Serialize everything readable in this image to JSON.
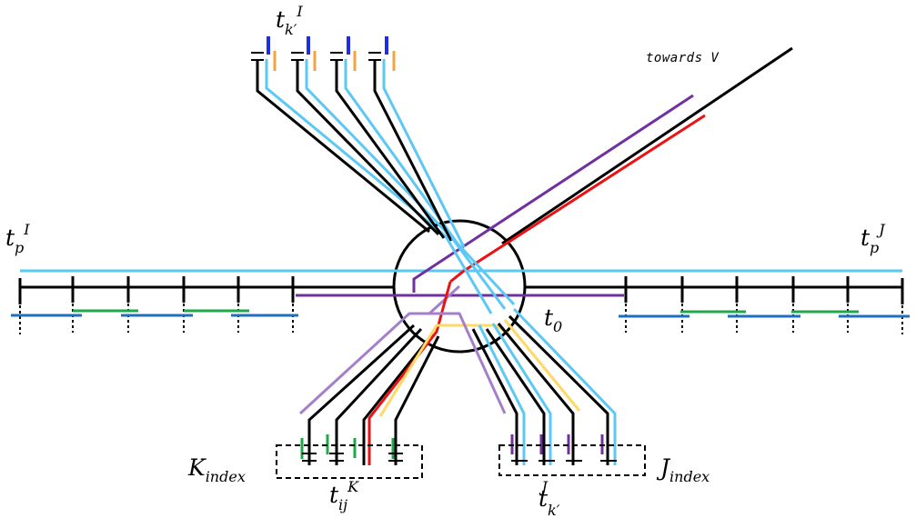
{
  "labels": {
    "tk_prime_I": {
      "base": "t",
      "sub": "k′",
      "sup": "I"
    },
    "towards_v": "towards  V",
    "tp_I": {
      "base": "t",
      "sub": "p",
      "sup": "I"
    },
    "tp_J": {
      "base": "t",
      "sub": "p",
      "sup": "J"
    },
    "t0": {
      "base": "t",
      "sub": "0"
    },
    "k_index": {
      "base": "K",
      "sub": "index"
    },
    "j_index": {
      "base": "J",
      "sub": "index"
    },
    "tij_K": {
      "base": "t",
      "sub": "ij",
      "sup": "K"
    },
    "tk_prime_J": {
      "base": "t",
      "sub": "k′",
      "sup": "J"
    }
  },
  "colors": {
    "black": "#000000",
    "light_blue": "#5bc8f5",
    "purple": "#7030a0",
    "light_purple": "#a67fcb",
    "red": "#ee1111",
    "yellow": "#ffd966",
    "green": "#1fa84a",
    "dark_blue": "#1f6fbf",
    "navy": "#1f2ee0",
    "orange": "#f4a340"
  }
}
